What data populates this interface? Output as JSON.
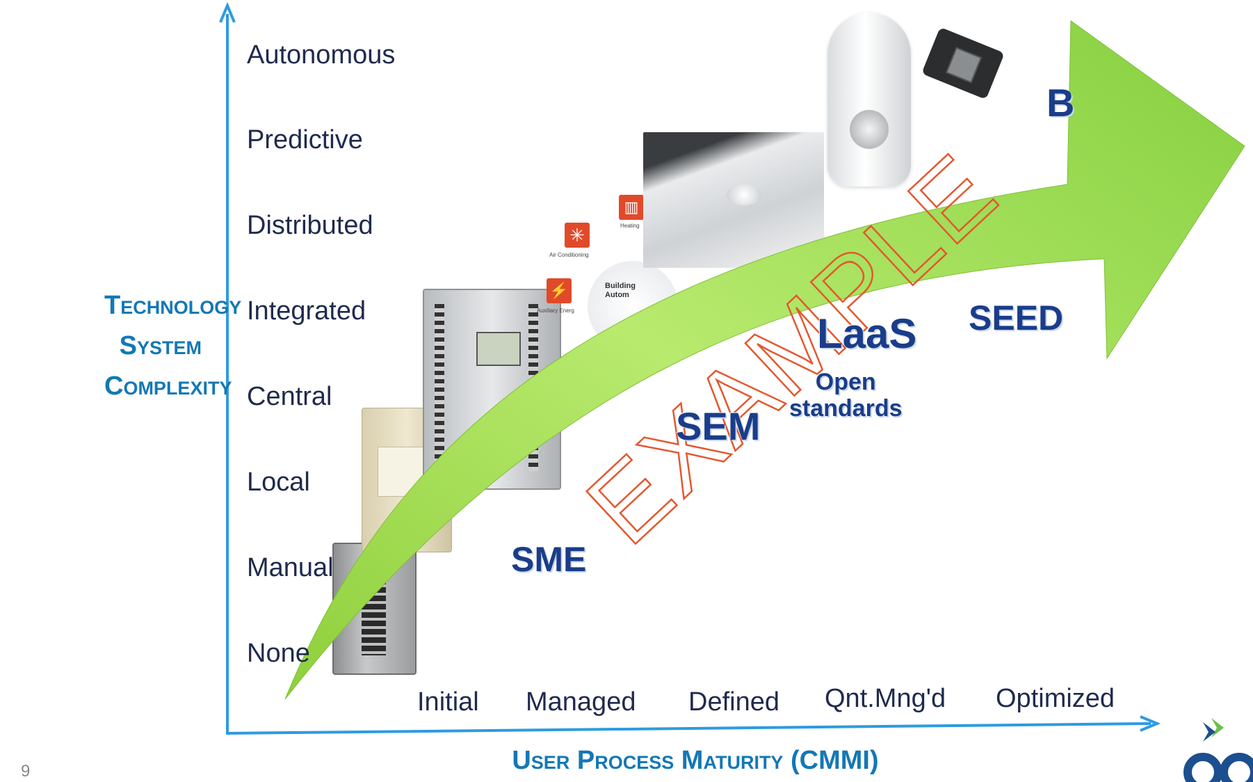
{
  "y_axis": {
    "title_line1": "Technology",
    "title_line2": "System",
    "title_line3": "Complexity",
    "levels": [
      "Autonomous",
      "Predictive",
      "Distributed",
      "Integrated",
      "Central",
      "Local",
      "Manual",
      "None"
    ]
  },
  "x_axis": {
    "title": "User Process Maturity (CMMI)",
    "levels": [
      "Initial",
      "Managed",
      "Defined",
      "Qnt.Mng'd",
      "Optimized"
    ]
  },
  "terms": {
    "sme": "SME",
    "sem": "SEM",
    "laas": "LaaS",
    "open_standards_line1": "Open",
    "open_standards_line2": "standards",
    "seed": "SEED",
    "b_partial": "B"
  },
  "watermark": "EXAMPLE",
  "slide_number": "9",
  "bas_labels": {
    "center_line1": "Building",
    "center_line2": "Autom",
    "air_conditioning": "Air Conditioning",
    "heating": "Heating",
    "auxiliary_energy": "Auxiliary Energ"
  },
  "colors": {
    "axis": "#2d9be0",
    "axis_title": "#1478b4",
    "arrow_light": "#b8ea6e",
    "arrow_dark": "#8fcf3c",
    "term_text": "#1a3d8a",
    "watermark": "#e4572e"
  }
}
